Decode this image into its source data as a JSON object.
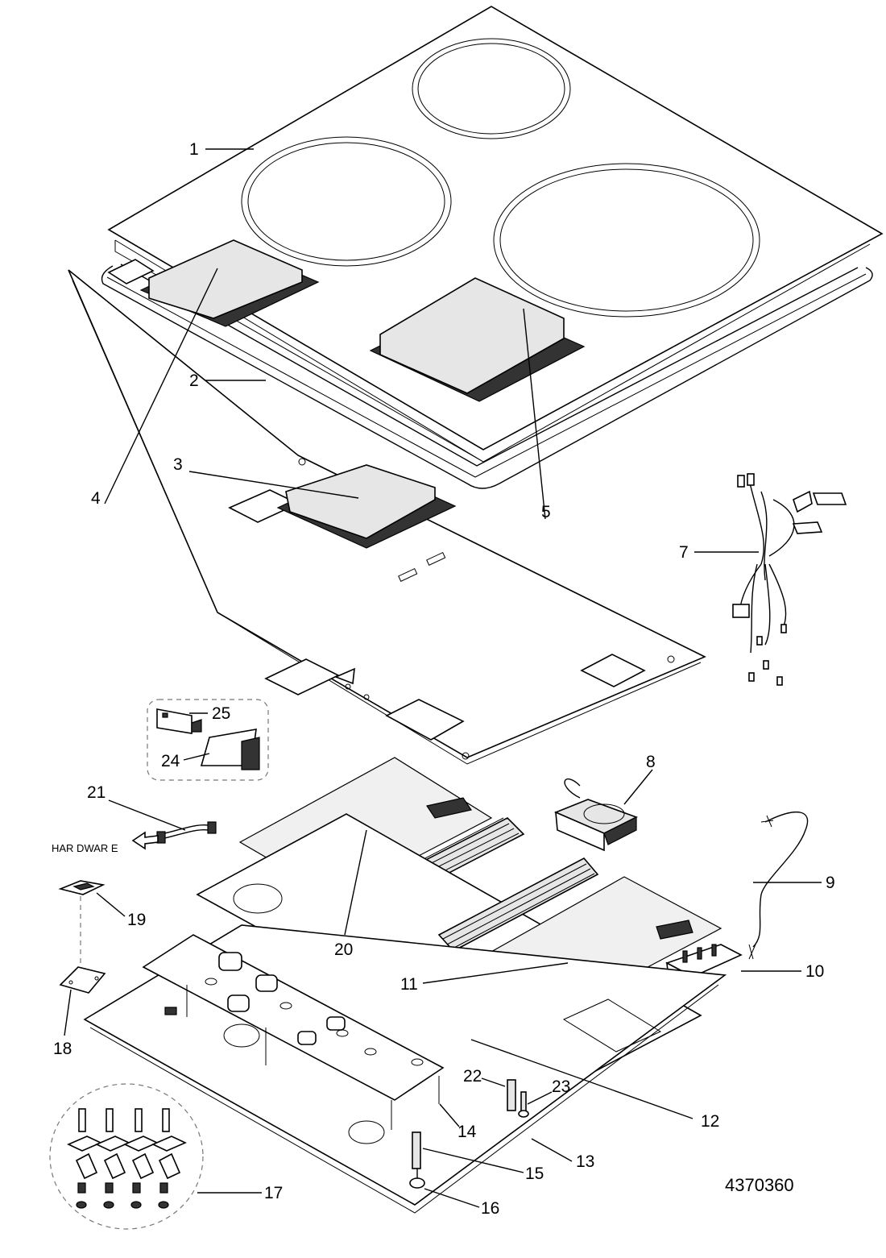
{
  "figure": {
    "drawing_number": "4370360",
    "hardware_note": "HAR DWAR E"
  },
  "callouts": [
    "1",
    "2",
    "3",
    "4",
    "5",
    "7",
    "8",
    "9",
    "10",
    "11",
    "12",
    "13",
    "14",
    "15",
    "16",
    "17",
    "18",
    "19",
    "20",
    "21",
    "22",
    "23",
    "24",
    "25"
  ]
}
